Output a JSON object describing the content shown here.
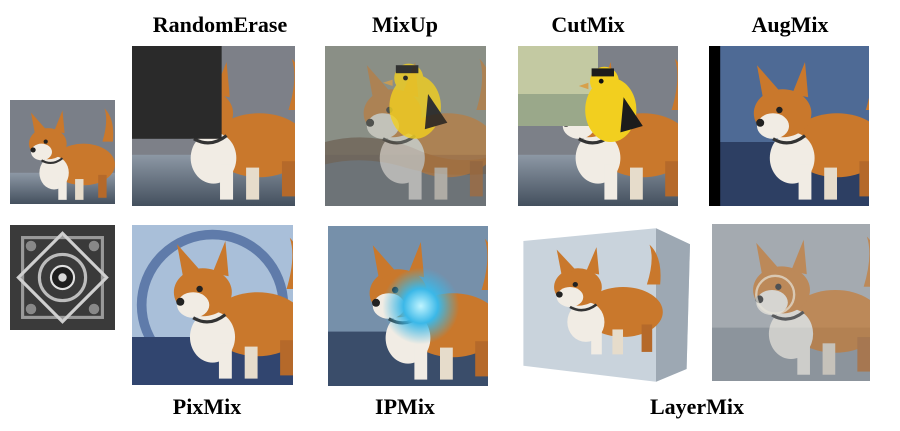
{
  "figure": {
    "labels": {
      "random_erase": "RandomErase",
      "mixup": "MixUp",
      "cutmix": "CutMix",
      "augmix": "AugMix",
      "pixmix": "PixMix",
      "ipmix": "IPMix",
      "layermix": "LayerMix"
    }
  },
  "colors": {
    "fur": "#c9782c",
    "white_fur": "#f1ece4",
    "water": "#5c6c7c",
    "erase_box": "#2a2a2a",
    "bird_yellow": "#f2cf1f"
  }
}
